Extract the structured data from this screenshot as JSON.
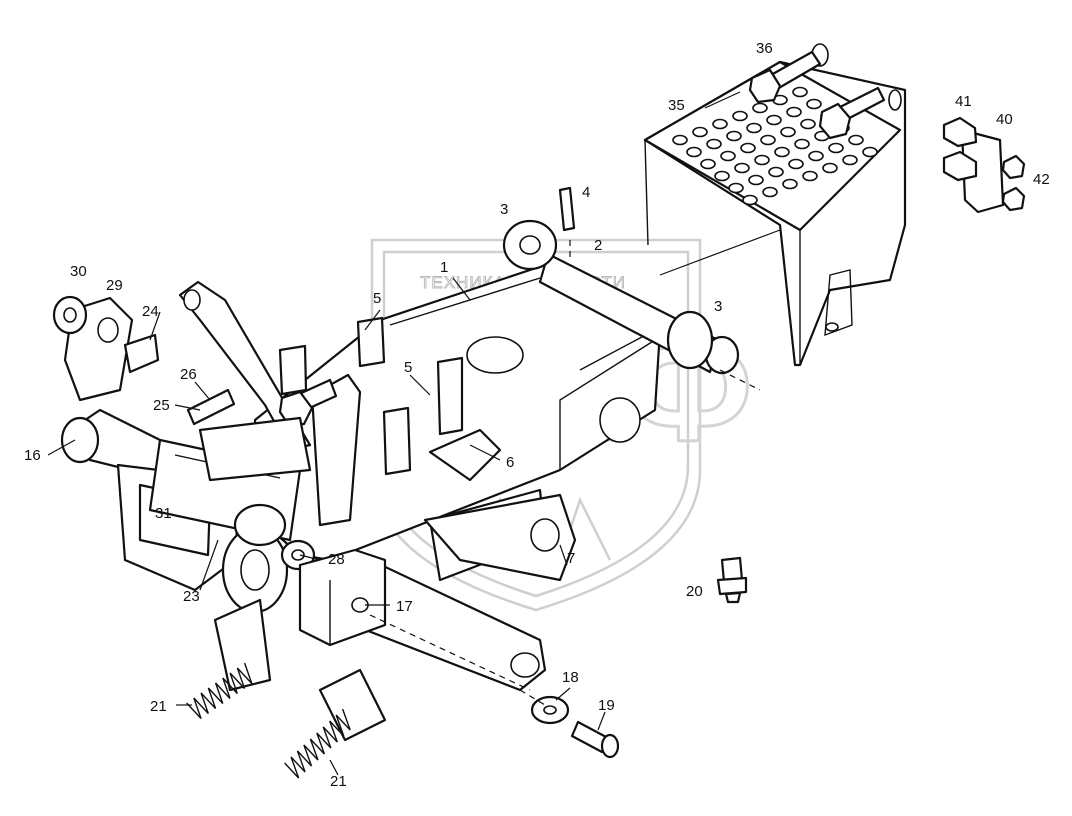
{
  "watermark": {
    "text": "ТЕХНИКА и ЗАПЧАСТИ",
    "logo_letters": "ЭПФ"
  },
  "callouts": [
    {
      "id": "c36",
      "text": "36"
    },
    {
      "id": "c35",
      "text": "35"
    },
    {
      "id": "c41",
      "text": "41"
    },
    {
      "id": "c40",
      "text": "40"
    },
    {
      "id": "c42",
      "text": "42"
    },
    {
      "id": "c4",
      "text": "4"
    },
    {
      "id": "c3a",
      "text": "3"
    },
    {
      "id": "c2",
      "text": "2"
    },
    {
      "id": "c1",
      "text": "1"
    },
    {
      "id": "c30",
      "text": "30"
    },
    {
      "id": "c29",
      "text": "29"
    },
    {
      "id": "c5a",
      "text": "5"
    },
    {
      "id": "c3b",
      "text": "3"
    },
    {
      "id": "c24",
      "text": "24"
    },
    {
      "id": "c5b",
      "text": "5"
    },
    {
      "id": "c26",
      "text": "26"
    },
    {
      "id": "c25",
      "text": "25"
    },
    {
      "id": "c16",
      "text": "16"
    },
    {
      "id": "c6",
      "text": "6"
    },
    {
      "id": "c31",
      "text": "31"
    },
    {
      "id": "c28",
      "text": "28"
    },
    {
      "id": "c7",
      "text": "7"
    },
    {
      "id": "c20",
      "text": "20"
    },
    {
      "id": "c23",
      "text": "23"
    },
    {
      "id": "c17",
      "text": "17"
    },
    {
      "id": "c18",
      "text": "18"
    },
    {
      "id": "c21a",
      "text": "21"
    },
    {
      "id": "c19",
      "text": "19"
    },
    {
      "id": "c21b",
      "text": "21"
    }
  ]
}
